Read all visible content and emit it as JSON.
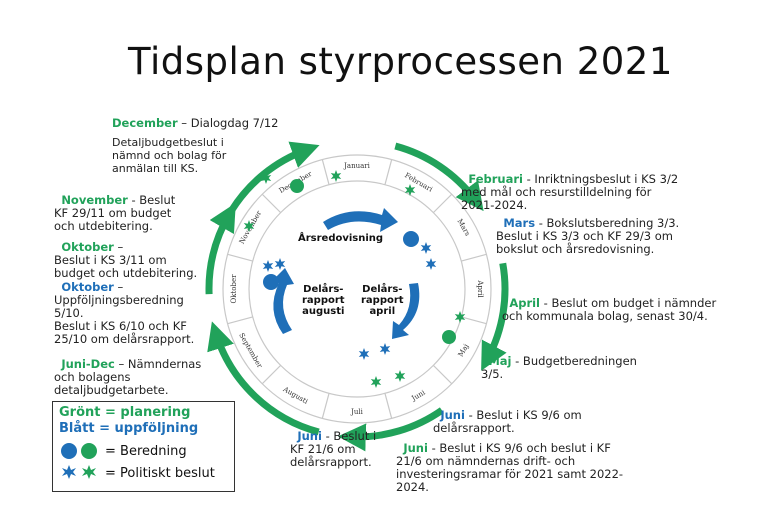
{
  "title": "Tidsplan styrprocessen 2021",
  "colors": {
    "green": "#21a25a",
    "blue": "#1f6fb8"
  },
  "wheel": {
    "months": [
      "Januari",
      "Februari",
      "Mars",
      "April",
      "Maj",
      "Juni",
      "Juli",
      "Augusti",
      "September",
      "Oktober",
      "November",
      "December"
    ],
    "inner_labels": {
      "arsredovisning": "Årsredovisning",
      "delars_augusti": "Delårs-\nrapport\naugusti",
      "delars_april": "Delårs-\nrapport\napril"
    }
  },
  "annotations": {
    "december_head": "December",
    "december_rest": " – Dialogdag 7/12",
    "december_detail": "Detaljbudgetbeslut i\nnämnd och bolag för\nanmälan till KS.",
    "november_head": "November",
    "november_rest": " - Beslut\nKF 29/11 om budget\noch utdebitering.",
    "oktober1_head": "Oktober",
    "oktober1_rest": " –\nBeslut i KS 3/11 om\nbudget och utdebitering.",
    "oktober2_head": "Oktober",
    "oktober2_rest": " –\nUppföljningsberedning\n5/10.\nBeslut i KS 6/10 och KF\n25/10 om delårsrapport.",
    "junidec_head": "Juni-Dec",
    "junidec_rest": " – Nämndernas\noch bolagens\ndetaljbudgetarbete.",
    "februari_head": "Februari",
    "februari_rest": " - Inriktningsbeslut i KS 3/2\nmed mål och resurstilldelning för\n2021-2024.",
    "mars_head": "Mars",
    "mars_rest": " - Bokslutsberedning 3/3.\nBeslut i KS 3/3 och KF 29/3 om\nbokslut och årsredovisning.",
    "april_head": "April",
    "april_rest": " - Beslut om budget i nämnder\noch kommunala bolag, senast 30/4.",
    "maj_head": "Maj",
    "maj_rest": " - Budgetberedningen\n3/5.",
    "juni1_head": "Juni",
    "juni1_rest": " - Beslut i KS 9/6 om\ndelårsrapport.",
    "juni2_head": "Juni",
    "juni2_rest": " - Beslut i KS 9/6 och beslut i KF\n21/6 om nämndernas drift- och\ninvesteringsramar för 2021 samt 2022-\n2024.",
    "juni3_head": "Juni",
    "juni3_rest": " - Beslut i\nKF 21/6 om\ndelårsrapport."
  },
  "legend": {
    "line1": "Grönt = planering",
    "line2": "Blått = uppföljning",
    "line3": "= Beredning",
    "line4": "= Politiskt beslut"
  }
}
